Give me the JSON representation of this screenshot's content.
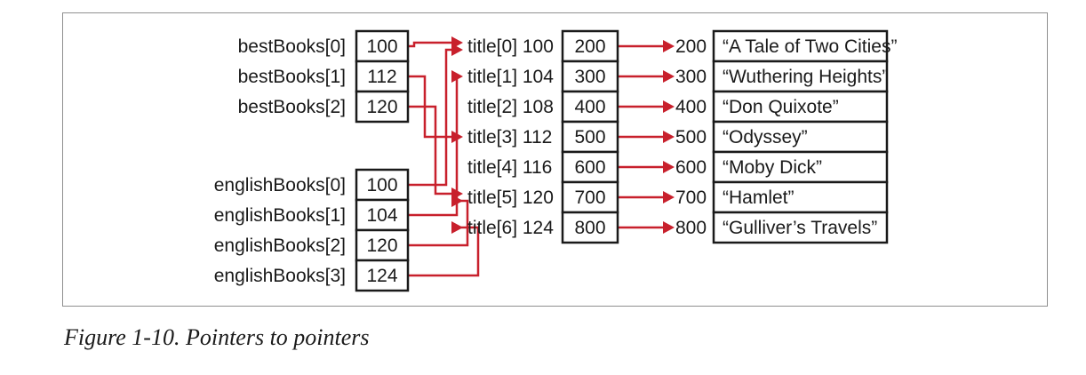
{
  "figure": {
    "caption": "Figure 1-10. Pointers to pointers"
  },
  "colors": {
    "pointer": "#c8202c",
    "ink": "#1a1a1a",
    "frame": "#8f8f8f"
  },
  "best_books": [
    {
      "name": "bestBooks[0]",
      "value": "100",
      "target": 0
    },
    {
      "name": "bestBooks[1]",
      "value": "112",
      "target": 3
    },
    {
      "name": "bestBooks[2]",
      "value": "120",
      "target": 5
    }
  ],
  "english_books": [
    {
      "name": "englishBooks[0]",
      "value": "100",
      "target": 0
    },
    {
      "name": "englishBooks[1]",
      "value": "104",
      "target": 1
    },
    {
      "name": "englishBooks[2]",
      "value": "120",
      "target": 5
    },
    {
      "name": "englishBooks[3]",
      "value": "124",
      "target": 6
    }
  ],
  "titles": [
    {
      "label": "title[0] 100",
      "value": "200",
      "address": "200",
      "string": "“A Tale of Two Cities”"
    },
    {
      "label": "title[1] 104",
      "value": "300",
      "address": "300",
      "string": "“Wuthering Heights”"
    },
    {
      "label": "title[2] 108",
      "value": "400",
      "address": "400",
      "string": "“Don Quixote”"
    },
    {
      "label": "title[3] 112",
      "value": "500",
      "address": "500",
      "string": "“Odyssey”"
    },
    {
      "label": "title[4] 116",
      "value": "600",
      "address": "600",
      "string": "“Moby Dick”"
    },
    {
      "label": "title[5] 120",
      "value": "700",
      "address": "700",
      "string": "“Hamlet”"
    },
    {
      "label": "title[6] 124",
      "value": "800",
      "address": "800",
      "string": "“Gulliver’s Travels”"
    }
  ]
}
